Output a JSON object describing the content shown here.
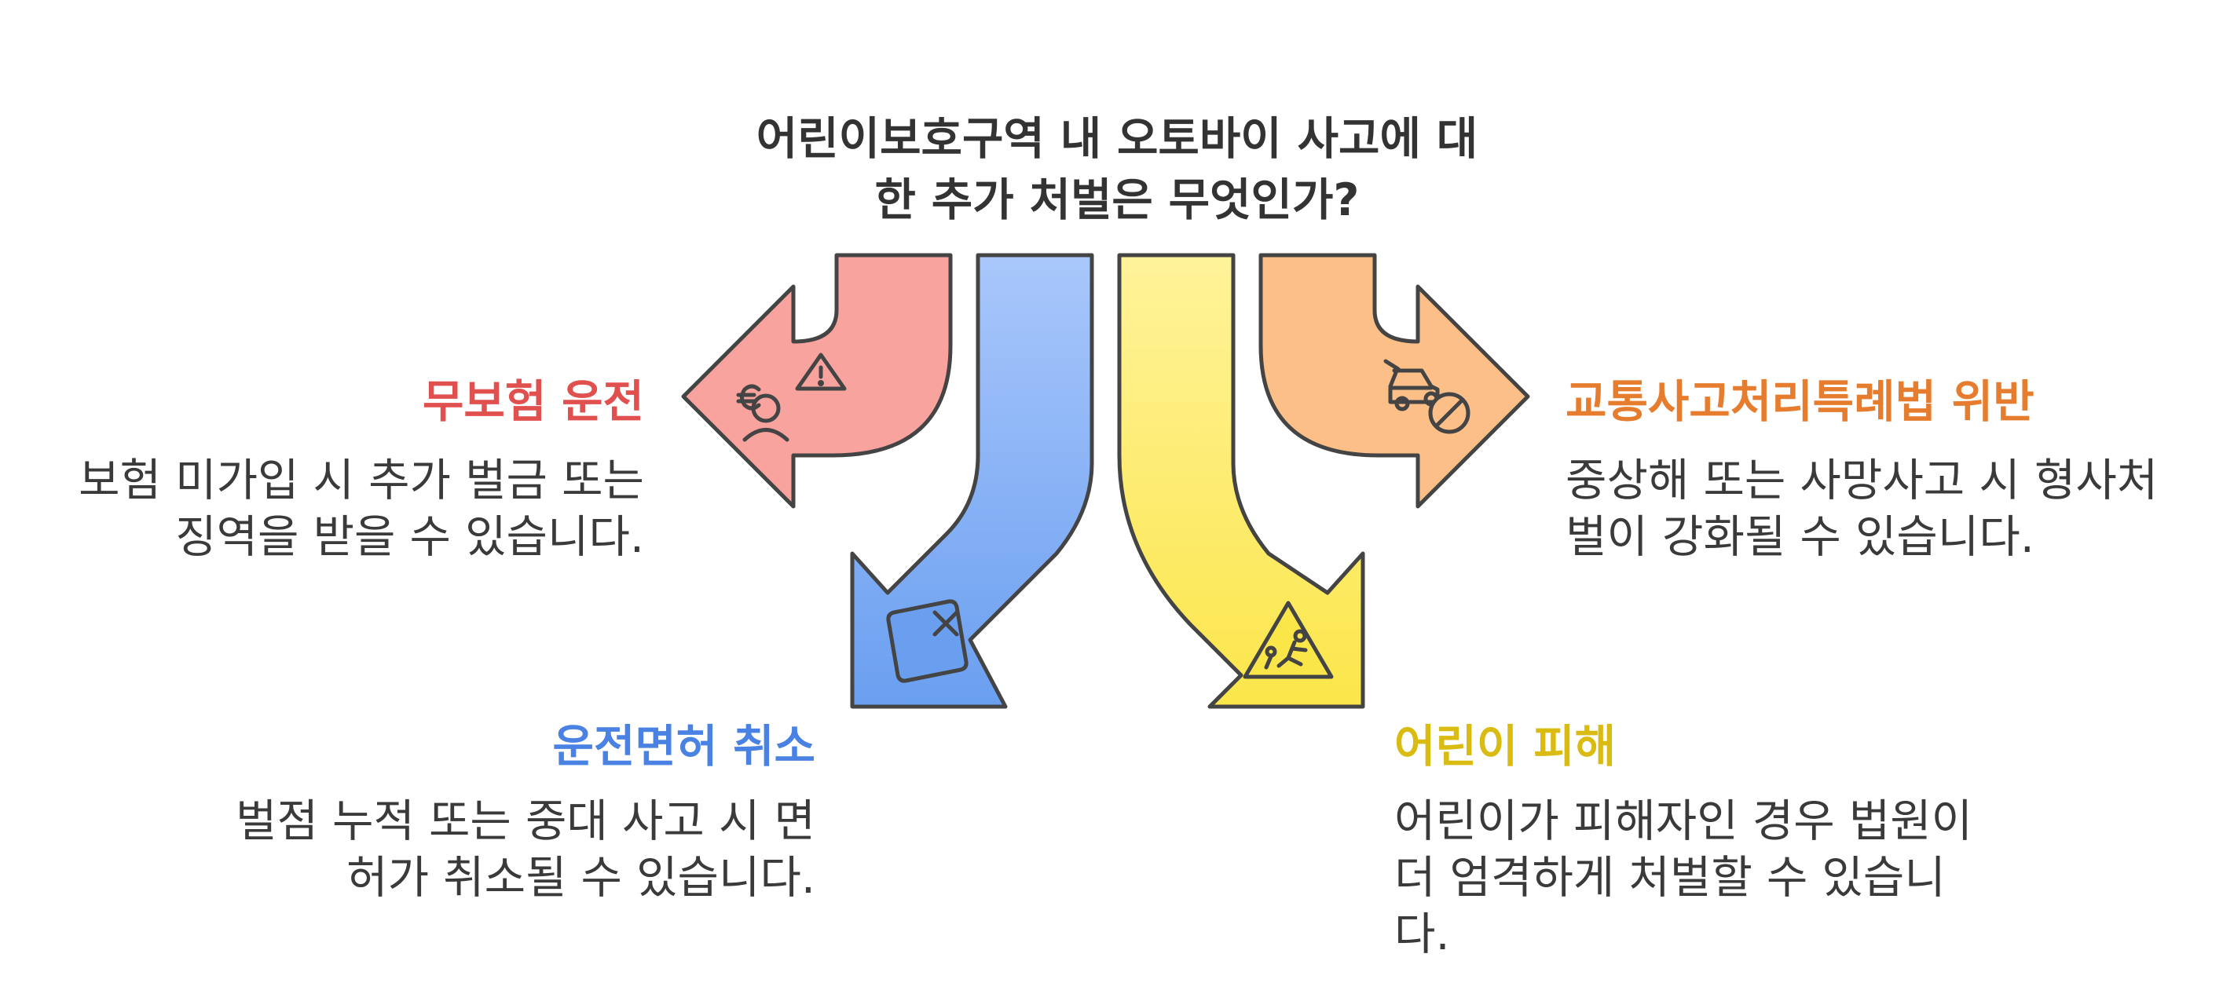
{
  "title": {
    "line1": "어린이보호구역 내 오토바이 사고에 대",
    "line2": "한 추가 처벌은 무엇인가?"
  },
  "colors": {
    "red": "#e0504f",
    "blue": "#4a82e3",
    "yellow": "#d9bb12",
    "orange": "#e67d2e"
  },
  "items": [
    {
      "heading": "무보험 운전",
      "desc_lines": [
        "보험 미가입 시 추가 벌금 또는",
        "징역을 받을 수 있습니다."
      ],
      "icon": "euro-person-warning-icon"
    },
    {
      "heading": "운전면허 취소",
      "desc_lines": [
        "벌점 누적 또는 중대 사고 시 면",
        "허가 취소될 수 있습니다."
      ],
      "icon": "cancelled-license-icon"
    },
    {
      "heading": "어린이 피해",
      "desc_lines": [
        "어린이가 피해자인 경우 법원이",
        "더 엄격하게 처벌할 수 있습니",
        "다."
      ],
      "icon": "children-crossing-sign-icon"
    },
    {
      "heading": "교통사고처리특례법 위반",
      "desc_lines": [
        "중상해 또는 사망사고 시 형사처",
        "벌이 강화될 수 있습니다."
      ],
      "icon": "car-prohibited-icon"
    }
  ]
}
